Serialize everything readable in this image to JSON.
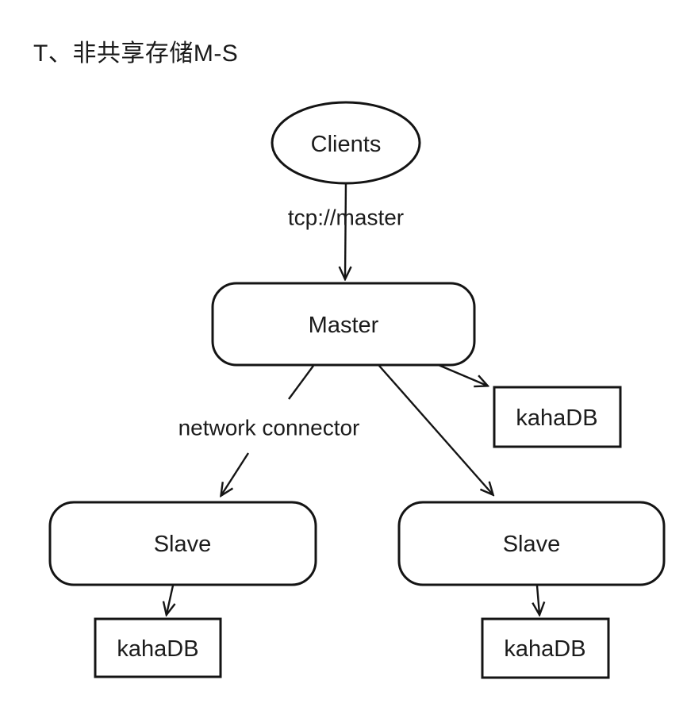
{
  "title": "T、非共享存储M-S",
  "colors": {
    "background": "#ffffff",
    "stroke": "#141414",
    "text": "#1c1c1c"
  },
  "nodes": {
    "clients": {
      "label": "Clients",
      "shape": "ellipse"
    },
    "master": {
      "label": "Master",
      "shape": "rounded-rect"
    },
    "master_store": {
      "label": "kahaDB",
      "shape": "rect"
    },
    "slave_left": {
      "label": "Slave",
      "shape": "rounded-rect"
    },
    "slave_right": {
      "label": "Slave",
      "shape": "rounded-rect"
    },
    "slave_left_store": {
      "label": "kahaDB",
      "shape": "rect"
    },
    "slave_right_store": {
      "label": "kahaDB",
      "shape": "rect"
    }
  },
  "edge_labels": {
    "clients_to_master": "tcp://master",
    "master_to_slave_left": "network connector"
  }
}
